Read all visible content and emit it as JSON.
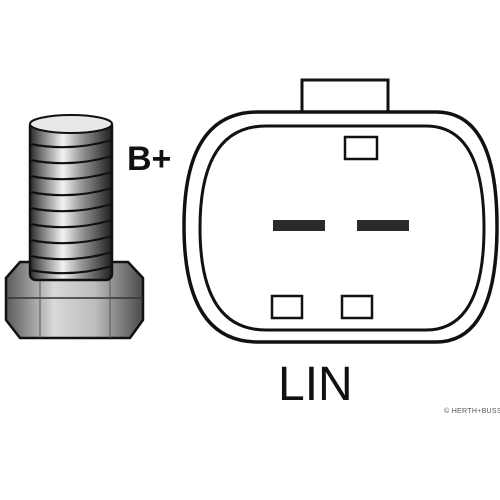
{
  "labels": {
    "b_plus": "B+",
    "lin": "LIN",
    "watermark": "© HERTH+BUSS"
  },
  "colors": {
    "line": "#111111",
    "metal_dark": "#2a2a2a",
    "metal_light": "#f2f2f2",
    "background": "#ffffff"
  },
  "icons": {
    "terminal": "threaded-bolt-terminal",
    "connector": "oval-plug-connector"
  }
}
